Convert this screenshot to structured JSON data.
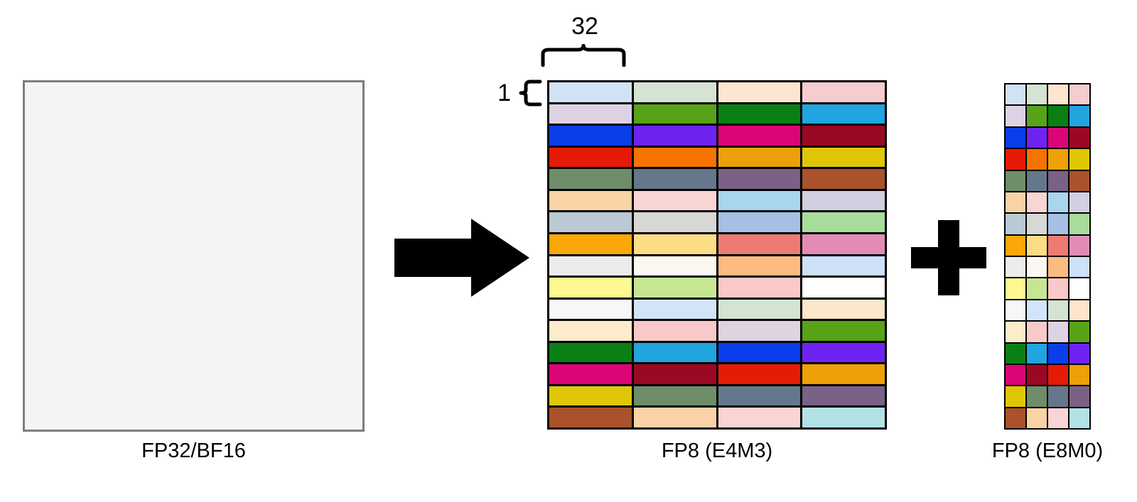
{
  "diagram": {
    "title": "FP8 block-wise quantization diagram",
    "annotations": {
      "block_width_label": "32",
      "block_height_label": "1",
      "arrow_symbol": "right-arrow",
      "plus_symbol": "+"
    },
    "blocks": [
      {
        "id": "fp32",
        "caption": "FP32/BF16",
        "fill": "#f4f4f4",
        "border": "#7d7d7d"
      },
      {
        "id": "fp8_e4m3",
        "caption": "FP8 (E4M3)",
        "rows": 16,
        "cols": 4
      },
      {
        "id": "fp8_e8m0",
        "caption": "FP8 (E8M0)",
        "rows": 16,
        "cols": 4
      }
    ],
    "grid_colors": [
      [
        "#d2e2f5",
        "#d4e3d2",
        "#fde6cd",
        "#f6cdcf"
      ],
      [
        "#ddd2e4",
        "#58a318",
        "#0a8014",
        "#22a4df"
      ],
      [
        "#0a3ee8",
        "#6f23f0",
        "#dc0578",
        "#9b0824"
      ],
      [
        "#e51b07",
        "#f57300",
        "#eda007",
        "#dfc708"
      ],
      [
        "#6f8d68",
        "#65788b",
        "#7a6186",
        "#a9522b"
      ],
      [
        "#f9d3a6",
        "#f9d4d4",
        "#a7d6ed",
        "#d2cfe0"
      ],
      [
        "#bacad4",
        "#d7d7d4",
        "#a5c0e4",
        "#a8dc9c"
      ],
      [
        "#fba709",
        "#fcdd85",
        "#ec7b74",
        "#e28cb5"
      ],
      [
        "#ececec",
        "#fbf8f1",
        "#fbbb81",
        "#cfe0f9"
      ],
      [
        "#fdf88f",
        "#c6e691",
        "#f9c8c8",
        "#ffffff"
      ],
      [
        "#f7f7f7",
        "#d4e4f8",
        "#d3e4d2",
        "#fde5ca"
      ],
      [
        "#fdeccb",
        "#f8c9ca",
        "#ded3e3",
        "#58a318"
      ],
      [
        "#0a8014",
        "#22a4df",
        "#0a3ee8",
        "#6f23f0"
      ],
      [
        "#dc0578",
        "#9b0824",
        "#e51b07",
        "#eda007"
      ],
      [
        "#dfc708",
        "#6f8d68",
        "#65788b",
        "#7a6186"
      ],
      [
        "#a9522b",
        "#f9d3a6",
        "#f9d4d4",
        "#b2e2e6"
      ]
    ]
  }
}
